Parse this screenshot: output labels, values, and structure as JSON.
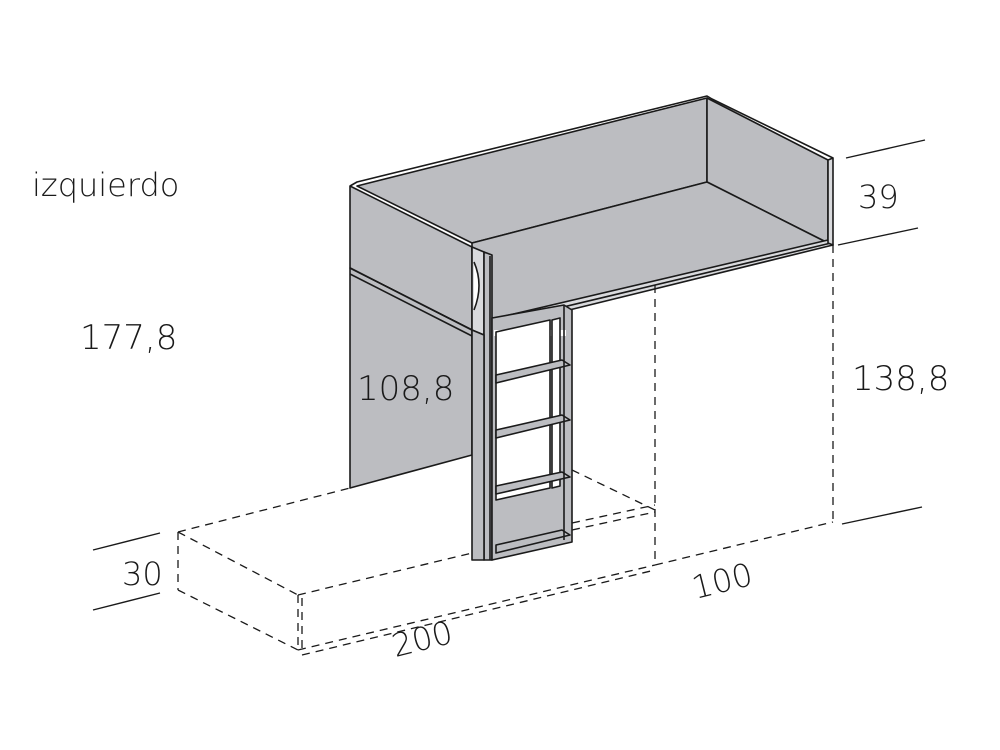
{
  "diagram": {
    "title": "izquierdo",
    "subject": "loft bed with ladder, dimension drawing",
    "colors": {
      "panel_fill": "#bcbdc1",
      "edge_fill": "#d9dadd",
      "stroke": "#1a1a1a",
      "background": "#ffffff"
    },
    "dimensions": {
      "total_height": "177,8",
      "side_panel_height": "108,8",
      "guard_rail_height": "39",
      "under_bed_clearance": "138,8",
      "lower_module_height": "30",
      "length": "200",
      "width": "100"
    }
  }
}
